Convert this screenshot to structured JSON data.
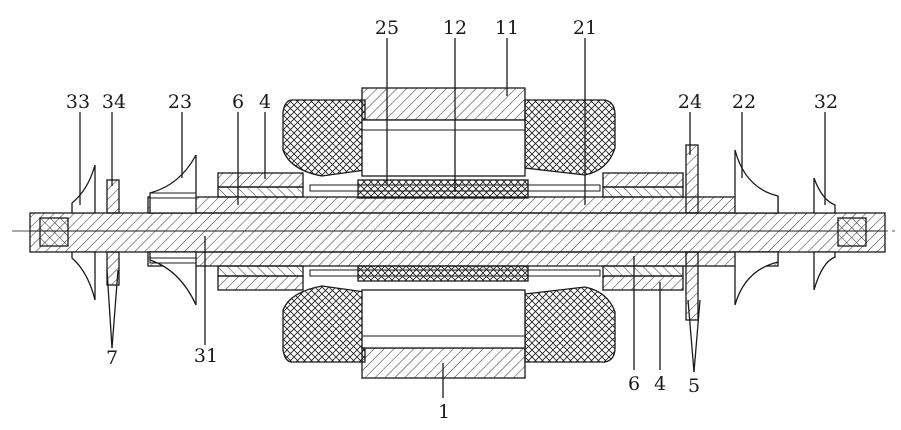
{
  "labels": {
    "l25": "25",
    "l12": "12",
    "l11": "11",
    "l21": "21",
    "l33": "33",
    "l34": "34",
    "l23": "23",
    "l6_top": "6",
    "l4_top": "4",
    "l24": "24",
    "l22": "22",
    "l32": "32",
    "l7": "7",
    "l31": "31",
    "l1": "1",
    "l6_bottom": "6",
    "l4_bottom": "4",
    "l5": "5"
  }
}
